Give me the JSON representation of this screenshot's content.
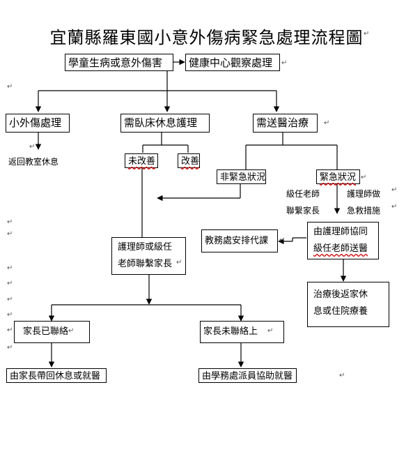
{
  "title": "宜蘭縣羅東國小意外傷病緊急處理流程圖",
  "paragraph_mark": "↵",
  "nodes": {
    "start": "學童生病或意外傷害",
    "health_center": "健康中心觀察處理",
    "minor_injury": "小外傷處理",
    "bed_rest": "需臥床休息護理",
    "hospital": "需送醫治療",
    "return_class": "返回教室休息",
    "not_improved": "未改善",
    "improved": "改善",
    "non_emergency": "非緊急狀況",
    "emergency": "緊急狀況",
    "teacher_note": [
      "級任老師",
      "聯繫家長"
    ],
    "nurse_note": [
      "護理師做",
      "急救措施"
    ],
    "academic_office": "教務處安排代課",
    "nurse_escort": [
      "由護理師協同",
      "級任老師送醫"
    ],
    "nurse_contact": [
      "護理師或級任",
      "老師聯繫家長"
    ],
    "after_treatment": [
      "治療後返家休",
      "息或住院療養"
    ],
    "parent_contacted": "家長已聯絡",
    "parent_not_contacted": "家長未聯絡上",
    "parent_takes_home": "由家長帶回休息或就醫",
    "school_staff": "由學務處派員協助就醫"
  }
}
